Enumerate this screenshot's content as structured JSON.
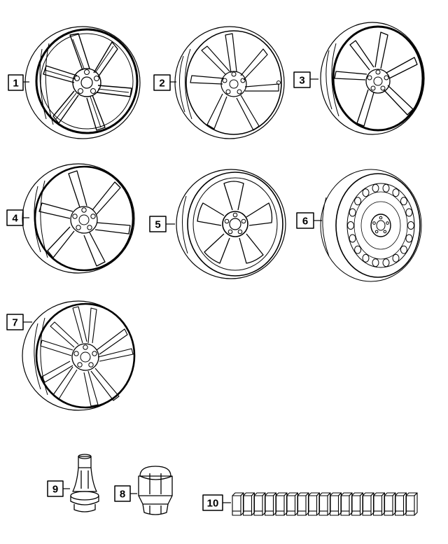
{
  "diagram": {
    "parts": [
      {
        "number": "1",
        "name": "wheel"
      },
      {
        "number": "2",
        "name": "wheel"
      },
      {
        "number": "3",
        "name": "wheel"
      },
      {
        "number": "4",
        "name": "wheel"
      },
      {
        "number": "5",
        "name": "wheel"
      },
      {
        "number": "6",
        "name": "steel-wheel"
      },
      {
        "number": "7",
        "name": "wheel"
      },
      {
        "number": "8",
        "name": "lug-nut"
      },
      {
        "number": "9",
        "name": "valve-stem"
      },
      {
        "number": "10",
        "name": "wheel-weights"
      }
    ],
    "line_color": "#000000",
    "background": "#ffffff"
  }
}
